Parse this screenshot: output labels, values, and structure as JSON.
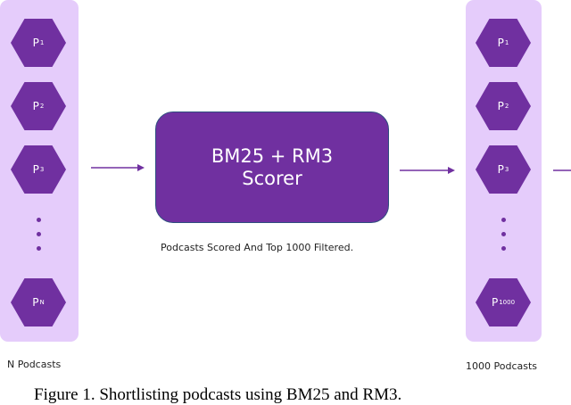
{
  "colors": {
    "column_bg": "#e5ccfb",
    "node_fill": "#7030a0",
    "box_border": "#2f4f7f",
    "arrow": "#7030a0"
  },
  "left_column": {
    "nodes": [
      {
        "letter": "P",
        "sub": "1"
      },
      {
        "letter": "P",
        "sub": "2"
      },
      {
        "letter": "P",
        "sub": "3"
      },
      {
        "letter": "P",
        "sub": "N"
      }
    ],
    "caption": "N Podcasts"
  },
  "right_column": {
    "nodes": [
      {
        "letter": "P",
        "sub": "1"
      },
      {
        "letter": "P",
        "sub": "2"
      },
      {
        "letter": "P",
        "sub": "3"
      },
      {
        "letter": "P",
        "sub": "1000"
      }
    ],
    "caption": "1000 Podcasts"
  },
  "scorer": {
    "line1": "BM25 + RM3",
    "line2": "Scorer",
    "caption": "Podcasts Scored And Top 1000 Filtered."
  },
  "figure_caption": "Figure 1. Shortlisting podcasts using BM25 and RM3."
}
